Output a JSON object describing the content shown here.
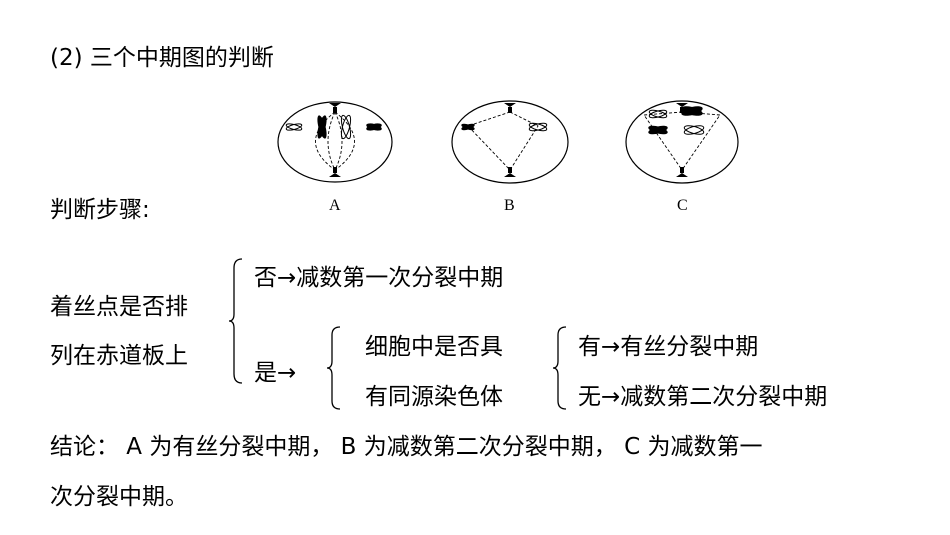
{
  "section": {
    "title": "(2) 三个中期图的判断",
    "steps_label": "判断步骤:"
  },
  "figures": [
    {
      "label": "A"
    },
    {
      "label": "B"
    },
    {
      "label": "C"
    }
  ],
  "flowchart": {
    "question1_line1": "着丝点是否排",
    "question1_line2": "列在赤道板上",
    "no_branch": "否→减数第一次分裂中期",
    "yes_label": "是→",
    "question2_line1": "细胞中是否具",
    "question2_line2": "有同源染色体",
    "has_branch": "有→有丝分裂中期",
    "none_branch": "无→减数第二次分裂中期"
  },
  "conclusion": {
    "line1": "结论： A 为有丝分裂中期， B 为减数第二次分裂中期， C 为减数第一",
    "line2": "次分裂中期。"
  }
}
